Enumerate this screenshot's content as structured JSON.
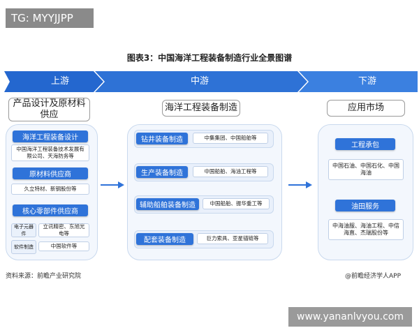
{
  "watermark_top": "TG: MYYJJPP",
  "watermark_bottom": "www.yananlvyou.com",
  "title": "图表3：中国海洋工程装备制造行业全景图谱",
  "stages": {
    "upstream": "上游",
    "midstream": "中游",
    "downstream": "下游"
  },
  "upstream": {
    "header": "产品设计及原材料供应",
    "design": {
      "label": "海洋工程装备设计",
      "companies": "中国海洋工程装备技术发展有限公司、天海防务等"
    },
    "materials": {
      "label": "原材料供应商",
      "companies": "久立特材、新钢股份等"
    },
    "parts": {
      "label": "核心零部件供应商",
      "electronics_label": "电子元器件",
      "electronics_companies": "立讯精密、东旭光电等",
      "software_label": "软件制造",
      "software_companies": "中国软件等"
    }
  },
  "midstream": {
    "header": "海洋工程装备制造",
    "items": [
      {
        "label": "钻井装备制造",
        "companies": "中集集团、中国船舶等"
      },
      {
        "label": "生产装备制造",
        "companies": "中国船舶、海油工程等"
      },
      {
        "label": "辅助船舶装备制造",
        "companies": "中国船舶、振华重工等"
      },
      {
        "label": "配套装备制造",
        "companies": "巨力索具、亚星锚链等"
      }
    ]
  },
  "downstream": {
    "header": "应用市场",
    "items": [
      {
        "label": "工程承包",
        "companies": "中国石油、中国石化、中国海油"
      },
      {
        "label": "油田服务",
        "companies": "中海油服、海油工程、中信海直、杰瑞股份等"
      }
    ]
  },
  "source": "资料来源：前瞻产业研究院",
  "credit": "@前瞻经济学人APP",
  "colors": {
    "primary_blue": "#2f73d9",
    "stage_bar_dark": "#1f5fbf",
    "stage_bar_light": "#3f82e0"
  }
}
